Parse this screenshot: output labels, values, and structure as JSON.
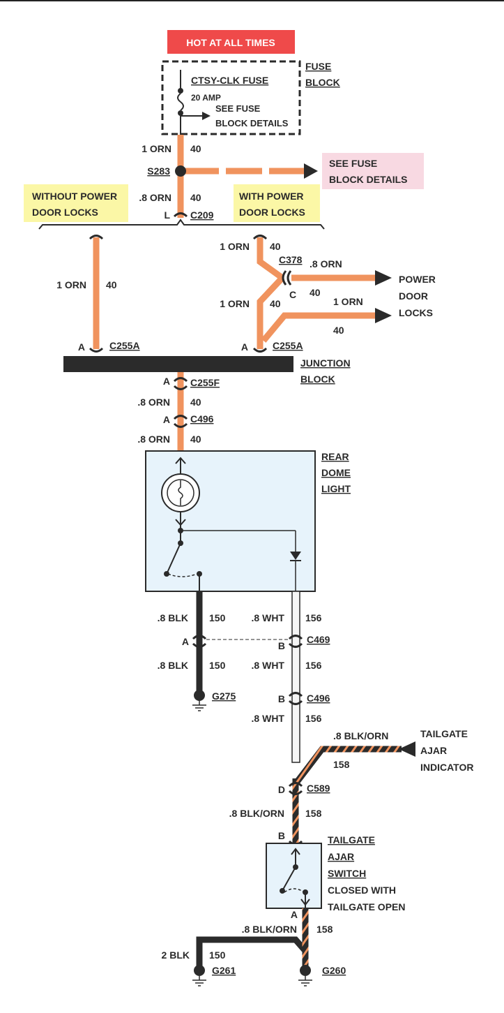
{
  "colors": {
    "orange": "#f0935e",
    "orange_dark": "#d8663a",
    "black": "#2b2b2b",
    "white_wire": "#f6f6f6",
    "module_fill": "#e7f3fb",
    "hot_bg": "#ef4a4a",
    "hot_text": "#ffffff",
    "yellow_bg": "#fbf7a6",
    "pink_bg": "#f8d9e2"
  },
  "power": {
    "hot_label": "HOT AT ALL TIMES",
    "fuse_name": "CTSY-CLK FUSE",
    "fuse_rating": "20 AMP",
    "see_fuse_line1": "SEE FUSE",
    "see_fuse_line2": "BLOCK DETAILS",
    "fuse_block_line1": "FUSE",
    "fuse_block_line2": "BLOCK"
  },
  "wires": {
    "w1": {
      "gauge": "1 ORN",
      "circuit": "40"
    },
    "w2": {
      "gauge": ".8 ORN",
      "circuit": "40"
    },
    "w3": {
      "gauge": "1 ORN",
      "circuit": "40"
    },
    "w4": {
      "gauge": "1 ORN",
      "circuit": "40"
    },
    "w5": {
      "gauge": "1 ORN",
      "circuit": "40"
    },
    "w6": {
      "gauge": ".8 ORN",
      "circuit": "40"
    },
    "w7": {
      "gauge": "1 ORN",
      "circuit": "40"
    },
    "w8": {
      "gauge": ".8 ORN",
      "circuit": "40"
    },
    "w9": {
      "gauge": ".8 ORN",
      "circuit": "40"
    },
    "b1": {
      "gauge": ".8 BLK",
      "circuit": "150"
    },
    "b2": {
      "gauge": ".8 BLK",
      "circuit": "150"
    },
    "wh1": {
      "gauge": ".8 WHT",
      "circuit": "156"
    },
    "wh2": {
      "gauge": ".8 WHT",
      "circuit": "156"
    },
    "wh3": {
      "gauge": ".8 WHT",
      "circuit": "156"
    },
    "bo1": {
      "gauge": ".8 BLK/ORN",
      "circuit": "158"
    },
    "bo2": {
      "gauge": ".8 BLK/ORN",
      "circuit": "158"
    },
    "bo3": {
      "gauge": ".8 BLK/ORN",
      "circuit": "158"
    },
    "bk2": {
      "gauge": "2 BLK",
      "circuit": "150"
    }
  },
  "splice": {
    "name": "S283",
    "see_line1": "SEE FUSE",
    "see_line2": "BLOCK DETAILS"
  },
  "options": {
    "without_line1": "WITHOUT POWER",
    "without_line2": "DOOR LOCKS",
    "with_line1": "WITH POWER",
    "with_line2": "DOOR LOCKS"
  },
  "connectors": {
    "c209": {
      "pin": "L",
      "name": "C209"
    },
    "c378": {
      "pin": "C",
      "name": "C378"
    },
    "c255a_left": {
      "pin": "A",
      "name": "C255A"
    },
    "c255a_right": {
      "pin": "A",
      "name": "C255A"
    },
    "c255f": {
      "pin": "A",
      "name": "C255F"
    },
    "c496_top": {
      "pin": "A",
      "name": "C496"
    },
    "c469": {
      "pin_a": "A",
      "pin_b": "B",
      "name": "C469"
    },
    "c496_low": {
      "pin": "B",
      "name": "C496"
    },
    "c589": {
      "pin": "D",
      "name": "C589"
    },
    "sw_top": {
      "pin": "B"
    },
    "sw_bottom": {
      "pin": "A"
    }
  },
  "power_door_locks": {
    "line1": "POWER",
    "line2": "DOOR",
    "line3": "LOCKS"
  },
  "junction_block": {
    "line1": "JUNCTION",
    "line2": "BLOCK"
  },
  "rear_dome": {
    "line1": "REAR",
    "line2": "DOME",
    "line3": "LIGHT"
  },
  "tailgate_indicator": {
    "line1": "TAILGATE",
    "line2": "AJAR",
    "line3": "INDICATOR"
  },
  "tailgate_switch": {
    "line1": "TAILGATE",
    "line2": "AJAR",
    "line3": "SWITCH",
    "line4": "CLOSED WITH",
    "line5": "TAILGATE OPEN"
  },
  "grounds": {
    "g275": "G275",
    "g261": "G261",
    "g260": "G260"
  }
}
